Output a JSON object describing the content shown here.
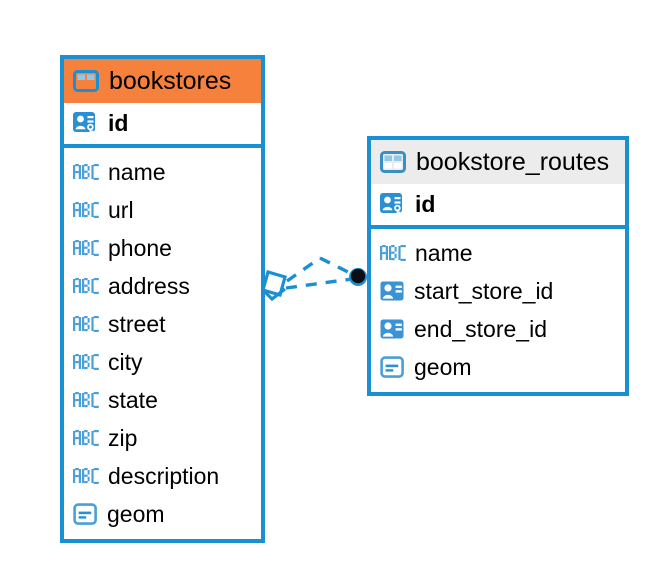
{
  "diagram": {
    "type": "entity-relationship-diagram",
    "background": "#ffffff",
    "accent_color": "#1a8fd1",
    "highlight_color": "#f5813c",
    "neutral_header_color": "#ececec"
  },
  "entities": [
    {
      "id": "bookstores",
      "name": "bookstores",
      "header_style": "accent",
      "header_icon": "table-grid-icon",
      "primary_key": {
        "name": "id",
        "icon": "primary-key-icon"
      },
      "fields": [
        {
          "name": "name",
          "icon": "abc-text-icon"
        },
        {
          "name": "url",
          "icon": "abc-text-icon"
        },
        {
          "name": "phone",
          "icon": "abc-text-icon"
        },
        {
          "name": "address",
          "icon": "abc-text-icon"
        },
        {
          "name": "street",
          "icon": "abc-text-icon"
        },
        {
          "name": "city",
          "icon": "abc-text-icon"
        },
        {
          "name": "state",
          "icon": "abc-text-icon"
        },
        {
          "name": "zip",
          "icon": "abc-text-icon"
        },
        {
          "name": "description",
          "icon": "abc-text-icon"
        },
        {
          "name": "geom",
          "icon": "geometry-icon"
        }
      ]
    },
    {
      "id": "bookstore_routes",
      "name": "bookstore_routes",
      "header_style": "neutral",
      "header_icon": "table-grid-icon",
      "primary_key": {
        "name": "id",
        "icon": "primary-key-icon"
      },
      "fields": [
        {
          "name": "name",
          "icon": "abc-text-icon"
        },
        {
          "name": "start_store_id",
          "icon": "foreign-key-icon"
        },
        {
          "name": "end_store_id",
          "icon": "foreign-key-icon"
        },
        {
          "name": "geom",
          "icon": "geometry-icon"
        }
      ]
    }
  ],
  "relationship": {
    "from": "bookstores",
    "to": "bookstore_routes",
    "line_style": "dashed",
    "color": "#1a8fd1",
    "source_marker": "crows-foot-diamond",
    "target_marker": "filled-circle"
  }
}
